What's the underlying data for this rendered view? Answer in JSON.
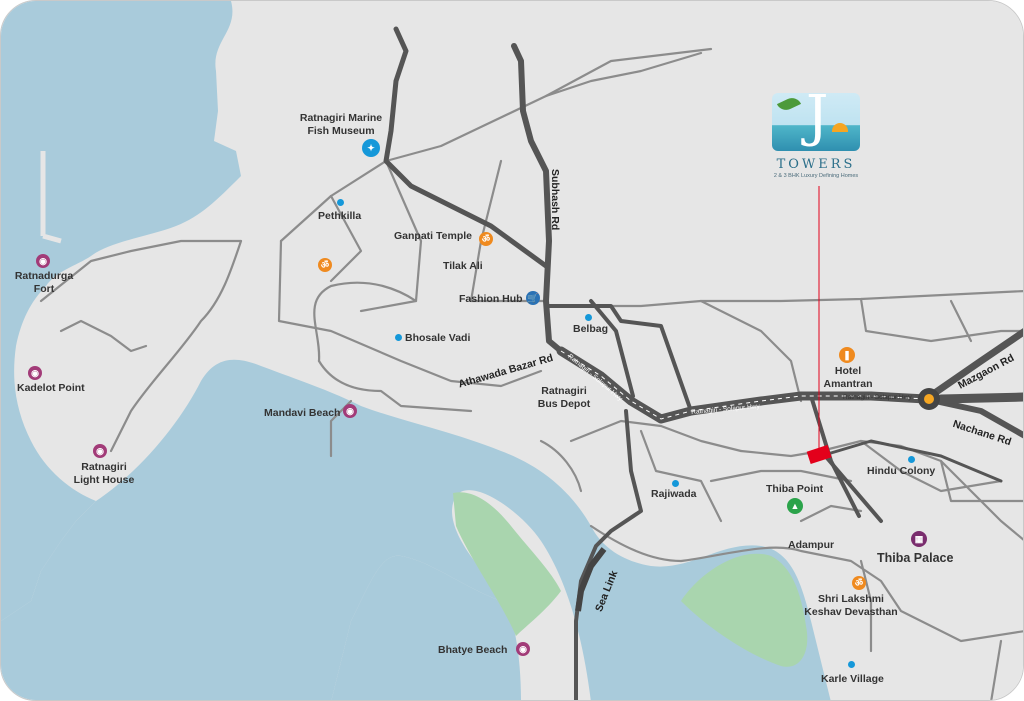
{
  "colors": {
    "water": "#a9cbdb",
    "land": "#e6e6e6",
    "park": "#a9d5ae",
    "major_road": "#555555",
    "minor_road": "#8c8c8c",
    "site_marker": "#e3001b",
    "pointer_line": "#e3001b"
  },
  "logo": {
    "name": "TOWERS",
    "tagline": "2 & 3 BHK Luxury Defining Homes",
    "icon": "j-towers-logo"
  },
  "places": [
    {
      "id": "fish-museum",
      "label": [
        "Ratnagiri Marine",
        "Fish Museum"
      ],
      "icon": "fish-icon"
    },
    {
      "id": "pethkilla",
      "label": [
        "Pethkilla"
      ],
      "icon": "dot-icon"
    },
    {
      "id": "ganpati-temple",
      "label": [
        "Ganpati Temple"
      ],
      "icon": "temple-icon"
    },
    {
      "id": "tilak-ali",
      "label": [
        "Tilak Ali"
      ],
      "icon": "none"
    },
    {
      "id": "temple-2",
      "label": [],
      "icon": "temple-icon"
    },
    {
      "id": "fashion-hub",
      "label": [
        "Fashion Hub"
      ],
      "icon": "cart-icon"
    },
    {
      "id": "bhosale-vadi",
      "label": [
        "Bhosale Vadi"
      ],
      "icon": "dot-icon"
    },
    {
      "id": "belbag",
      "label": [
        "Belbag"
      ],
      "icon": "dot-icon"
    },
    {
      "id": "ratnadurga-fort",
      "label": [
        "Ratnadurga",
        "Fort"
      ],
      "icon": "camera-icon"
    },
    {
      "id": "kadelot-point",
      "label": [
        "Kadelot Point"
      ],
      "icon": "camera-icon"
    },
    {
      "id": "light-house",
      "label": [
        "Ratnagiri",
        "Light House"
      ],
      "icon": "camera-icon"
    },
    {
      "id": "mandavi-beach",
      "label": [
        "Mandavi Beach"
      ],
      "icon": "camera-icon"
    },
    {
      "id": "bus-depot",
      "label": [
        "Ratnagiri",
        "Bus Depot"
      ],
      "icon": "none"
    },
    {
      "id": "hotel-amantran",
      "label": [
        "Hotel",
        "Amantran"
      ],
      "icon": "food-icon"
    },
    {
      "id": "hindu-colony",
      "label": [
        "Hindu Colony"
      ],
      "icon": "dot-icon"
    },
    {
      "id": "thiba-point",
      "label": [
        "Thiba Point"
      ],
      "icon": "tree-icon"
    },
    {
      "id": "rajiwada",
      "label": [
        "Rajiwada"
      ],
      "icon": "dot-icon"
    },
    {
      "id": "adampur",
      "label": [
        "Adampur"
      ],
      "icon": "none"
    },
    {
      "id": "thiba-palace",
      "label": [
        "Thiba Palace"
      ],
      "icon": "museum-icon"
    },
    {
      "id": "shri-lakshmi",
      "label": [
        "Shri Lakshmi",
        "Keshav Devasthan"
      ],
      "icon": "temple-icon"
    },
    {
      "id": "bhatye-beach",
      "label": [
        "Bhatye Beach"
      ],
      "icon": "camera-icon"
    },
    {
      "id": "karle-village",
      "label": [
        "Karle Village"
      ],
      "icon": "dot-icon"
    }
  ],
  "roads": {
    "subhash": "Subhash Rd",
    "athawada": "Athawada Bazar Rd",
    "solapur_1": "Ratnagiri - Solapur Hwy",
    "solapur_2": "Ratnagiri - Solapur Hwy",
    "solapur_3": "Ratnagiri - Solapur Hwy",
    "mazgaon": "Mazgaon Rd",
    "nachane": "Nachane Rd",
    "sea_link": "Sea Link"
  }
}
